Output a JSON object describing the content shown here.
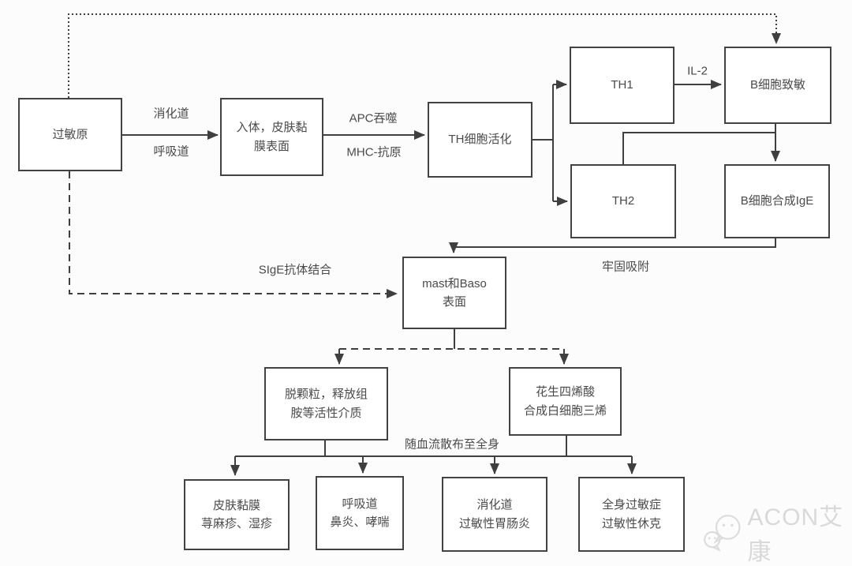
{
  "nodes": {
    "allergen": {
      "label": "过敏原"
    },
    "entry": {
      "label": "入体，皮肤黏\n膜表面"
    },
    "th_activation": {
      "label": "TH细胞活化"
    },
    "th1": {
      "label": "TH1"
    },
    "b_sensitized": {
      "label": "B细胞致敏"
    },
    "th2": {
      "label": "TH2"
    },
    "b_ige": {
      "label": "B细胞合成IgE"
    },
    "mast": {
      "label": "mast和Baso\n表面"
    },
    "degranulation": {
      "label": "脱颗粒，释放组\n胺等活性介质"
    },
    "arachidonic": {
      "label": "花生四烯酸\n合成白细胞三烯"
    },
    "skin": {
      "label": "皮肤黏膜\n荨麻疹、湿疹"
    },
    "respiratory": {
      "label": "呼吸道\n鼻炎、哮喘"
    },
    "digestive": {
      "label": "消化道\n过敏性胃肠炎"
    },
    "systemic": {
      "label": "全身过敏症\n过敏性休克"
    }
  },
  "edge_labels": {
    "digestive_route": "消化道",
    "respiratory_route": "呼吸道",
    "apc": "APC吞噬",
    "mhc": "MHC-抗原",
    "il2": "IL-2",
    "sige": "SIgE抗体结合",
    "adhere": "牢固吸附",
    "bloodstream": "随血流散布至全身"
  },
  "watermark": {
    "brand": "ACON艾康",
    "icon": "chat-faces-logo"
  },
  "colors": {
    "line": "#3f3f3f",
    "box_border": "#424242",
    "text": "#4a4a4a",
    "watermark": "#d9d9d9",
    "background": "#fcfcfc"
  }
}
